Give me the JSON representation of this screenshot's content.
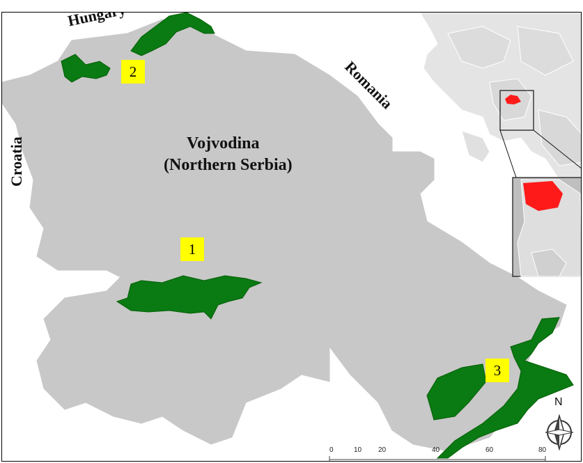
{
  "map": {
    "region_title_line1": "Vojvodina",
    "region_title_line2": "(Northern Serbia)",
    "neighbors": {
      "hungary": "Hungary",
      "romania": "Romania",
      "croatia": "Croatia"
    },
    "sites": [
      {
        "id": "1",
        "label": "1"
      },
      {
        "id": "2",
        "label": "2"
      },
      {
        "id": "3",
        "label": "3"
      }
    ],
    "north_label": "N",
    "scale_ticks": [
      "0",
      "10",
      "20",
      "40",
      "60",
      "80"
    ],
    "colors": {
      "land": "#c8c8c8",
      "protected_area": "#0a7a12",
      "highlight": "#ff1a1a",
      "badge": "#ffff00",
      "inset_land": "#dedede"
    }
  }
}
